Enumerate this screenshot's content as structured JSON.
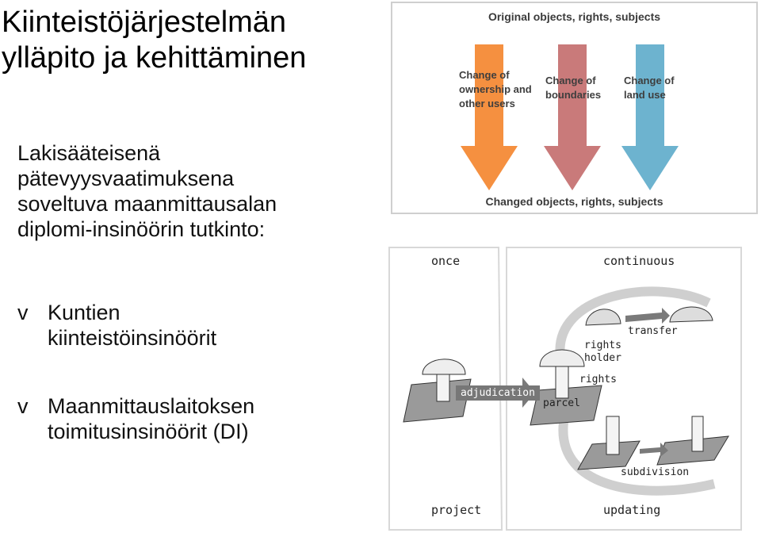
{
  "title": {
    "line1": "Kiinteistöjärjestelmän",
    "line2": "ylläpito ja kehittäminen"
  },
  "intro": {
    "line1": "Lakisääteisenä",
    "line2": "pätevyysvaatimuksena",
    "line3": "soveltuva maanmittausalan",
    "line4": "diplomi-insinöörin tutkinto:"
  },
  "bullets": [
    {
      "mark": "v",
      "line1": "Kuntien",
      "line2": "kiinteistöinsinöörit"
    },
    {
      "mark": "v",
      "line1": "Maanmittauslaitoksen",
      "line2": "toimitusinsinöörit (DI)"
    }
  ],
  "figure_change": {
    "header": "Original objects, rights, subjects",
    "footer": "Changed objects, rights, subjects",
    "arrows": [
      {
        "lines": [
          "Change of",
          "ownership and",
          "other users"
        ],
        "color": "#f59040"
      },
      {
        "lines": [
          "Change of",
          "boundaries"
        ],
        "color": "#c97a7a"
      },
      {
        "lines": [
          "Change of",
          "land use"
        ],
        "color": "#6db3cf"
      }
    ]
  },
  "figure_process": {
    "labels": {
      "once": "once",
      "continuous": "continuous",
      "project": "project",
      "updating": "updating",
      "transfer": "transfer",
      "rights_holder_1": "rights",
      "rights_holder_2": "holder",
      "rights": "rights",
      "parcel": "parcel",
      "subdivision": "subdivision",
      "adjudication": "adjudication"
    }
  }
}
